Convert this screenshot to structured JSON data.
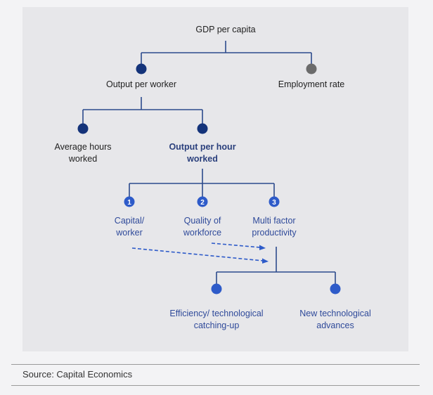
{
  "nodes": {
    "gdp": "GDP per capita",
    "output_worker": "Output per worker",
    "employment": "Employment rate",
    "avg_hours": "Average hours\nworked",
    "output_hour": "Output per hour\nworked",
    "capital": "Capital/\nworker",
    "quality": "Quality of\nworkforce",
    "mfp": "Multi factor\nproductivity",
    "efficiency": "Efficiency/ technological\ncatching-up",
    "new_tech": "New technological\nadvances"
  },
  "badges": [
    "1",
    "2",
    "3"
  ],
  "source": "Source: Capital Economics",
  "colors": {
    "line": "#2c4a8c",
    "navy": "#14337a",
    "gray": "#6b6b6b",
    "blue": "#2e5bc9"
  }
}
